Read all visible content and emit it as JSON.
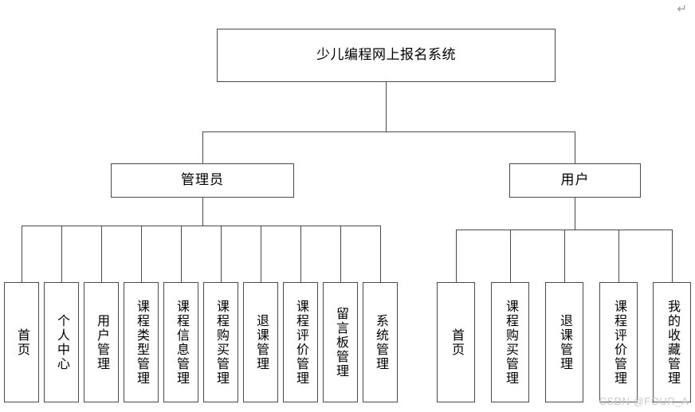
{
  "diagram": {
    "type": "tree",
    "root": {
      "label": "少儿编程网上报名系统"
    },
    "branches": [
      {
        "id": "admin",
        "label": "管理员",
        "leaves": [
          {
            "label": "首页"
          },
          {
            "label": "个人中心"
          },
          {
            "label": "用户管理"
          },
          {
            "label": "课程类型管理"
          },
          {
            "label": "课程信息管理"
          },
          {
            "label": "课程购买管理"
          },
          {
            "label": "退课管理"
          },
          {
            "label": "课程评价管理"
          },
          {
            "label": "留言板管理"
          },
          {
            "label": "系统管理"
          }
        ]
      },
      {
        "id": "user",
        "label": "用户",
        "leaves": [
          {
            "label": "首页"
          },
          {
            "label": "课程购买管理"
          },
          {
            "label": "退课管理"
          },
          {
            "label": "课程评价管理"
          },
          {
            "label": "我的收藏管理"
          }
        ]
      }
    ]
  },
  "marks": {
    "watermark": "CSDN @FOUR_A",
    "paragraph_mark": "↵"
  },
  "colors": {
    "border": "#4a4a4a",
    "background": "#ffffff",
    "text": "#000000",
    "watermark": "#c9c9c9"
  }
}
